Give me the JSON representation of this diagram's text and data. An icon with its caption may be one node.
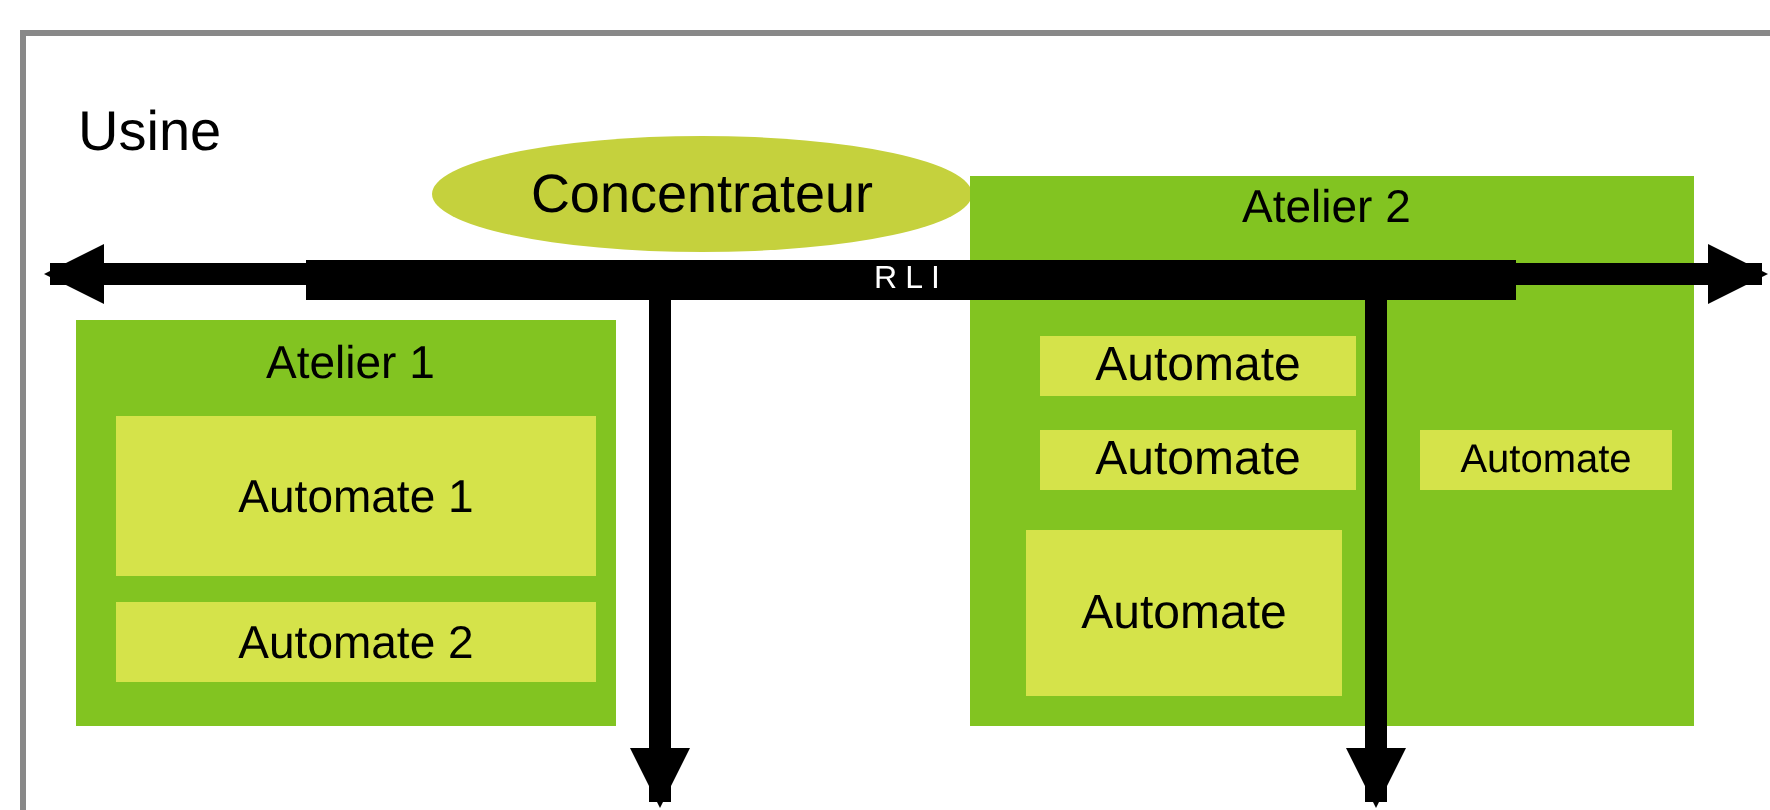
{
  "diagram": {
    "nodes": [
      {
        "text": [
          "Usine"
        ]
      },
      {
        "text": [
          "Concentrateur"
        ],
        "in": 0
      },
      {
        "text": [
          "RLI"
        ],
        "in": 0
      },
      {
        "text": [
          "Atelier 1"
        ],
        "in": 0
      },
      {
        "text": [
          "Automate 1"
        ],
        "in": 3
      },
      {
        "text": [
          "Automate 2"
        ],
        "in": 3
      },
      {
        "text": [
          "Atelier 2"
        ],
        "in": 0
      },
      {
        "text": [
          "Automate"
        ],
        "in": 6
      },
      {
        "text": [
          "Automate"
        ],
        "in": 6
      },
      {
        "text": [
          "Automate"
        ],
        "in": 6
      },
      {
        "text": [
          "Automate"
        ],
        "in": 6
      }
    ],
    "edges": [
      {
        "from": 2,
        "to": 3,
        "arrow": "to"
      },
      {
        "from": 2,
        "to": 6,
        "arrow": "to"
      },
      {
        "from": 2,
        "to": 3,
        "arrow": "to"
      },
      {
        "from": 2,
        "to": 6,
        "arrow": "to"
      }
    ]
  }
}
